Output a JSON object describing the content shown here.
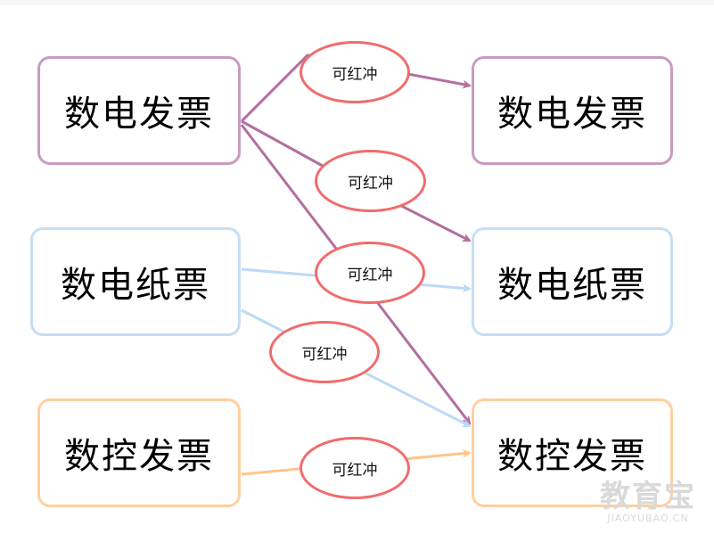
{
  "colors": {
    "purple": "#b16f9e",
    "purple_border": "#c99bc0",
    "blue": "#bcd9f6",
    "blue_border": "#c6def6",
    "orange": "#ffc48c",
    "orange_border": "#ffcf9f",
    "ellipse_border": "#f26b6b"
  },
  "left_boxes": {
    "invoice_digital": "数电发票",
    "invoice_digital_paper": "数电纸票",
    "invoice_tax_control": "数控发票"
  },
  "right_boxes": {
    "invoice_digital": "数电发票",
    "invoice_digital_paper": "数电纸票",
    "invoice_tax_control": "数控发票"
  },
  "edge_labels": {
    "e1": "可红冲",
    "e2": "可红冲",
    "e3": "可红冲",
    "e4": "可红冲",
    "e5": "可红冲"
  },
  "watermark": {
    "main": "教育宝",
    "sub": "JIAOYUBAO.CN"
  }
}
